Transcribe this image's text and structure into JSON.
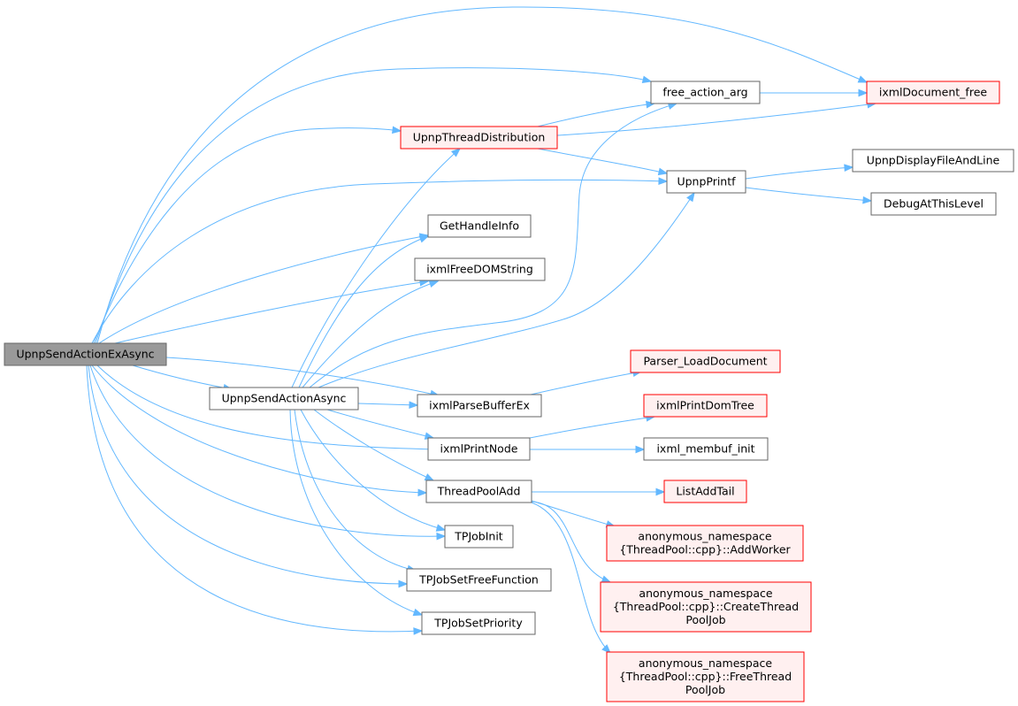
{
  "colors": {
    "edge": "#63b8ff",
    "node_fill": "#ffffff",
    "node_stroke": "#666666",
    "root_fill": "#999999",
    "root_stroke": "#666666",
    "truncated_fill": "#fff0f0",
    "truncated_stroke": "#ff0000"
  },
  "nodes": {
    "root": {
      "lines": [
        "UpnpSendActionExAsync"
      ],
      "style": "root"
    },
    "ixmlDocument_free": {
      "lines": [
        "ixmlDocument_free"
      ],
      "style": "truncated"
    },
    "free_action_arg": {
      "lines": [
        "free_action_arg"
      ],
      "style": "normal"
    },
    "UpnpThreadDistribution": {
      "lines": [
        "UpnpThreadDistribution"
      ],
      "style": "truncated"
    },
    "UpnpPrintf": {
      "lines": [
        "UpnpPrintf"
      ],
      "style": "normal"
    },
    "UpnpDisplayFileAndLine": {
      "lines": [
        "UpnpDisplayFileAndLine"
      ],
      "style": "normal"
    },
    "DebugAtThisLevel": {
      "lines": [
        "DebugAtThisLevel"
      ],
      "style": "normal"
    },
    "GetHandleInfo": {
      "lines": [
        "GetHandleInfo"
      ],
      "style": "normal"
    },
    "ixmlFreeDOMString": {
      "lines": [
        "ixmlFreeDOMString"
      ],
      "style": "normal"
    },
    "Parser_LoadDocument": {
      "lines": [
        "Parser_LoadDocument"
      ],
      "style": "truncated"
    },
    "UpnpSendActionAsync": {
      "lines": [
        "UpnpSendActionAsync"
      ],
      "style": "normal"
    },
    "ixmlParseBufferEx": {
      "lines": [
        "ixmlParseBufferEx"
      ],
      "style": "normal"
    },
    "ixmlPrintDomTree": {
      "lines": [
        "ixmlPrintDomTree"
      ],
      "style": "truncated"
    },
    "ixmlPrintNode": {
      "lines": [
        "ixmlPrintNode"
      ],
      "style": "normal"
    },
    "ixml_membuf_init": {
      "lines": [
        "ixml_membuf_init"
      ],
      "style": "normal"
    },
    "ThreadPoolAdd": {
      "lines": [
        "ThreadPoolAdd"
      ],
      "style": "normal"
    },
    "ListAddTail": {
      "lines": [
        "ListAddTail"
      ],
      "style": "truncated"
    },
    "AddWorker": {
      "lines": [
        "anonymous_namespace",
        "{ThreadPool::cpp}::AddWorker"
      ],
      "style": "truncated"
    },
    "TPJobInit": {
      "lines": [
        "TPJobInit"
      ],
      "style": "normal"
    },
    "CreateThreadPoolJob": {
      "lines": [
        "anonymous_namespace",
        "{ThreadPool::cpp}::CreateThread",
        "PoolJob"
      ],
      "style": "truncated"
    },
    "TPJobSetFreeFunction": {
      "lines": [
        "TPJobSetFreeFunction"
      ],
      "style": "normal"
    },
    "TPJobSetPriority": {
      "lines": [
        "TPJobSetPriority"
      ],
      "style": "normal"
    },
    "FreeThreadPoolJob": {
      "lines": [
        "anonymous_namespace",
        "{ThreadPool::cpp}::FreeThread",
        "PoolJob"
      ],
      "style": "truncated"
    }
  },
  "edges": [
    [
      "root",
      "ixmlDocument_free"
    ],
    [
      "root",
      "free_action_arg"
    ],
    [
      "root",
      "UpnpThreadDistribution"
    ],
    [
      "root",
      "UpnpPrintf"
    ],
    [
      "root",
      "GetHandleInfo"
    ],
    [
      "root",
      "ixmlFreeDOMString"
    ],
    [
      "root",
      "UpnpSendActionAsync"
    ],
    [
      "root",
      "ixmlParseBufferEx"
    ],
    [
      "root",
      "ixmlPrintNode"
    ],
    [
      "root",
      "ThreadPoolAdd"
    ],
    [
      "root",
      "TPJobInit"
    ],
    [
      "root",
      "TPJobSetFreeFunction"
    ],
    [
      "root",
      "TPJobSetPriority"
    ],
    [
      "free_action_arg",
      "ixmlDocument_free"
    ],
    [
      "UpnpThreadDistribution",
      "free_action_arg"
    ],
    [
      "UpnpThreadDistribution",
      "ixmlDocument_free"
    ],
    [
      "UpnpThreadDistribution",
      "UpnpPrintf"
    ],
    [
      "UpnpPrintf",
      "UpnpDisplayFileAndLine"
    ],
    [
      "UpnpPrintf",
      "DebugAtThisLevel"
    ],
    [
      "UpnpSendActionAsync",
      "UpnpThreadDistribution"
    ],
    [
      "UpnpSendActionAsync",
      "GetHandleInfo"
    ],
    [
      "UpnpSendActionAsync",
      "ixmlFreeDOMString"
    ],
    [
      "UpnpSendActionAsync",
      "free_action_arg"
    ],
    [
      "UpnpSendActionAsync",
      "UpnpPrintf"
    ],
    [
      "UpnpSendActionAsync",
      "ixmlParseBufferEx"
    ],
    [
      "UpnpSendActionAsync",
      "ixmlPrintNode"
    ],
    [
      "UpnpSendActionAsync",
      "ThreadPoolAdd"
    ],
    [
      "UpnpSendActionAsync",
      "TPJobInit"
    ],
    [
      "UpnpSendActionAsync",
      "TPJobSetFreeFunction"
    ],
    [
      "UpnpSendActionAsync",
      "TPJobSetPriority"
    ],
    [
      "ixmlParseBufferEx",
      "Parser_LoadDocument"
    ],
    [
      "ixmlPrintNode",
      "ixmlPrintDomTree"
    ],
    [
      "ixmlPrintNode",
      "ixml_membuf_init"
    ],
    [
      "ThreadPoolAdd",
      "ListAddTail"
    ],
    [
      "ThreadPoolAdd",
      "AddWorker"
    ],
    [
      "ThreadPoolAdd",
      "CreateThreadPoolJob"
    ],
    [
      "ThreadPoolAdd",
      "FreeThreadPoolJob"
    ]
  ]
}
